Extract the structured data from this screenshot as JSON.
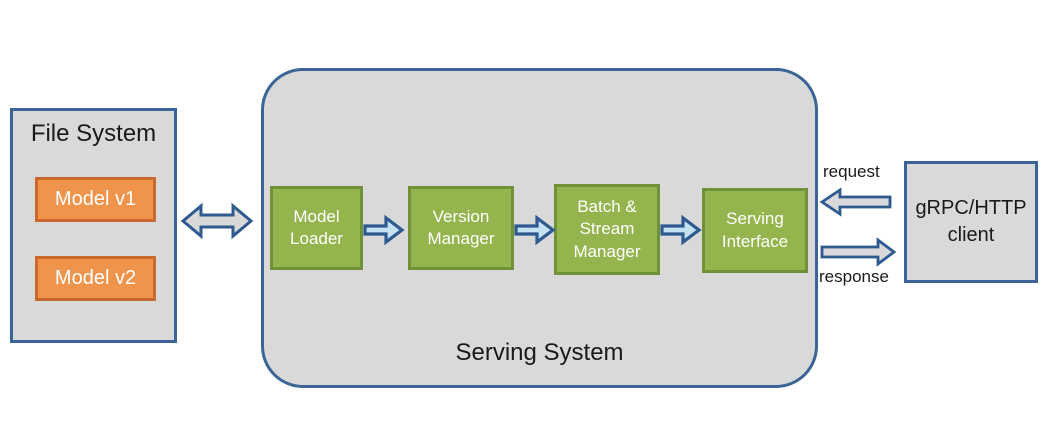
{
  "file_system": {
    "title": "File System",
    "models": [
      {
        "label": "Model v1"
      },
      {
        "label": "Model v2"
      }
    ]
  },
  "serving_system": {
    "title": "Serving System",
    "components": [
      {
        "label": "Model Loader"
      },
      {
        "label": "Version Manager"
      },
      {
        "label": "Batch & Stream Manager"
      },
      {
        "label": "Serving Interface"
      }
    ]
  },
  "client": {
    "line1": "gRPC/HTTP",
    "line2": "client"
  },
  "labels": {
    "request": "request",
    "response": "response"
  },
  "icons": {
    "file_to_serving": "double-headed-arrow-icon",
    "component_flow": "right-block-arrow-icon",
    "request": "left-block-arrow-icon",
    "response": "right-block-arrow-icon"
  },
  "colors": {
    "canvas_bg": "#ffffff",
    "panel_fill": "#d9d9d9",
    "panel_border": "#3a6596",
    "component_fill": "#94b54d",
    "component_border": "#6f9138",
    "model_fill": "#f0944c",
    "model_border": "#c9692c",
    "flow_arrow_fill": "#c5e2f2",
    "flow_arrow_border": "#2e5a8f",
    "io_arrow_fill": "#d9d9d9",
    "text_dark": "#1a1a1a",
    "text_light": "#ffffff"
  }
}
